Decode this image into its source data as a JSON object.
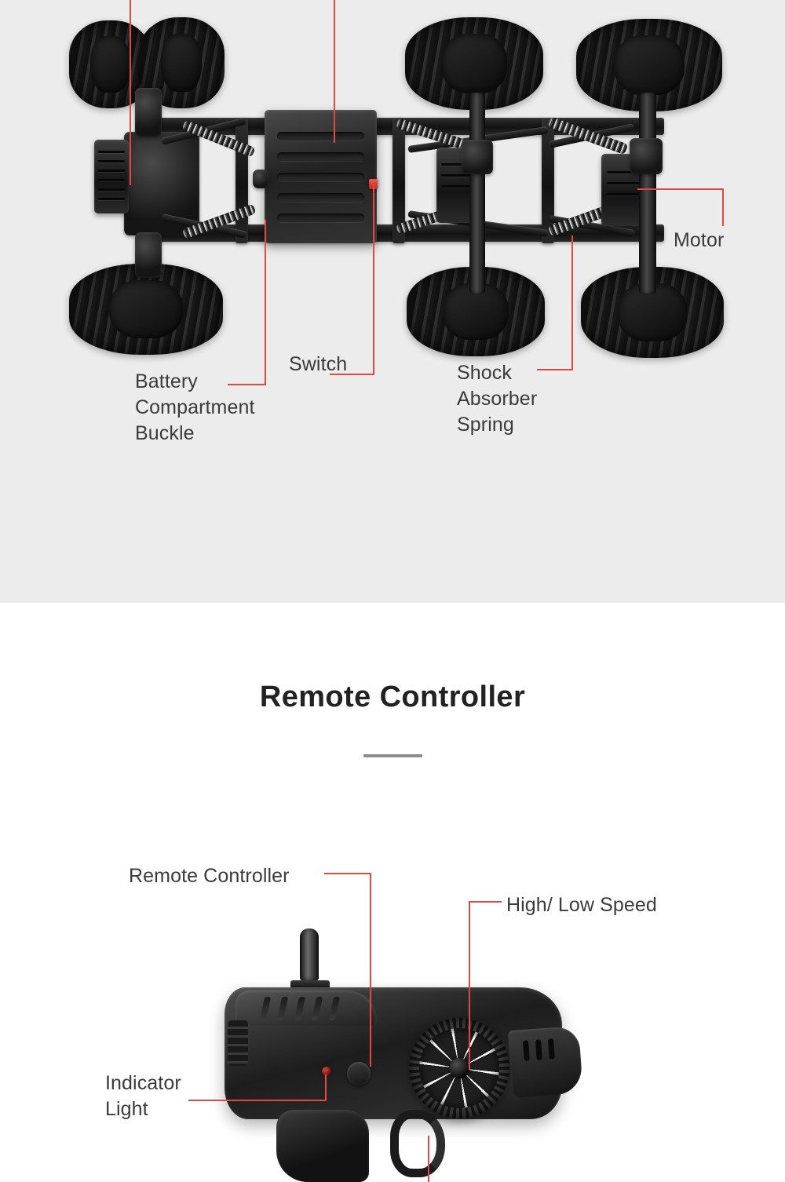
{
  "chassis": {
    "background_color": "#ececec",
    "accent_color": "#e04a42",
    "labels": [
      {
        "id": "motor",
        "text": "Motor"
      },
      {
        "id": "battery",
        "text": "Battery\nCompartment\nBuckle"
      },
      {
        "id": "switch",
        "text": "Switch"
      },
      {
        "id": "shock",
        "text": "Shock\nAbsorber\nSpring"
      }
    ]
  },
  "controller": {
    "background_color": "#ffffff",
    "accent_color": "#e04a42",
    "title": "Remote Controller",
    "divider_color": "#8c8c8c",
    "labels": [
      {
        "id": "remote",
        "text": "Remote Controller"
      },
      {
        "id": "highlow",
        "text": "High/ Low Speed"
      },
      {
        "id": "indicator",
        "text": "Indicator\nLight"
      }
    ]
  }
}
